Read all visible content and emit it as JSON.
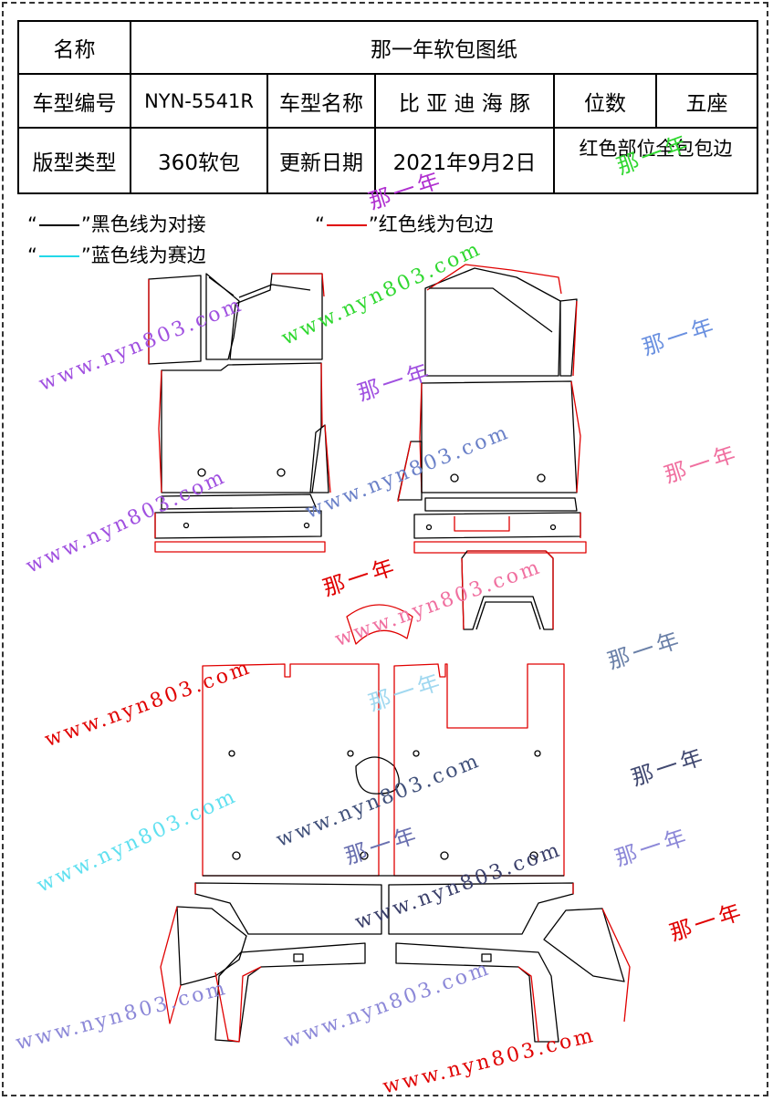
{
  "table": {
    "r1": {
      "label": "名称",
      "value": "那一年软包图纸"
    },
    "r2": {
      "c1": "车型编号",
      "c2": "NYN-5541R",
      "c3": "车型名称",
      "c4": "比 亚 迪 海 豚",
      "c5": "位数",
      "c6": "五座"
    },
    "r3": {
      "c1": "版型类型",
      "c2": "360软包",
      "c3": "更新日期",
      "c4": "2021年9月2日",
      "c5": "红色部位全包包边"
    }
  },
  "legend": {
    "black": {
      "open": "“",
      "close": "”黑色线为对接",
      "color": "#000000"
    },
    "red": {
      "open": "“",
      "close": "”红色线为包边",
      "color": "#e00000"
    },
    "cyan": {
      "open": "“",
      "close": "”蓝色线为赛边",
      "color": "#22d8e8"
    }
  },
  "watermarks": {
    "site": "www.nyn803.com",
    "brand": "那一年"
  }
}
